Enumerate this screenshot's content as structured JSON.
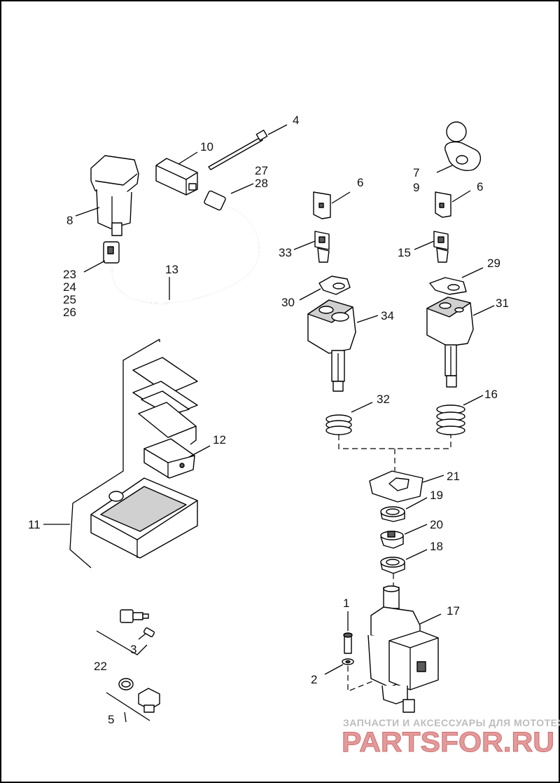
{
  "labels": {
    "c1": "1",
    "c2": "2",
    "c3": "3",
    "c4": "4",
    "c5": "5",
    "c6a": "6",
    "c6b": "6",
    "c7": "7",
    "c8": "8",
    "c9": "9",
    "c10": "10",
    "c11": "11",
    "c12": "12",
    "c13": "13",
    "c15": "15",
    "c16": "16",
    "c17": "17",
    "c18": "18",
    "c19": "19",
    "c20": "20",
    "c21": "21",
    "c22": "22",
    "c23": "23",
    "c24": "24",
    "c25": "25",
    "c26": "26",
    "c27": "27",
    "c28": "28",
    "c29": "29",
    "c30": "30",
    "c31": "31",
    "c32": "32",
    "c33": "33",
    "c34": "34"
  },
  "watermark": {
    "tagline": "ЗАПЧАСТИ И АКСЕССУАРЫ ДЛЯ МОТОТЕХНИКИ",
    "logo": "PARTSFOR.RU"
  }
}
